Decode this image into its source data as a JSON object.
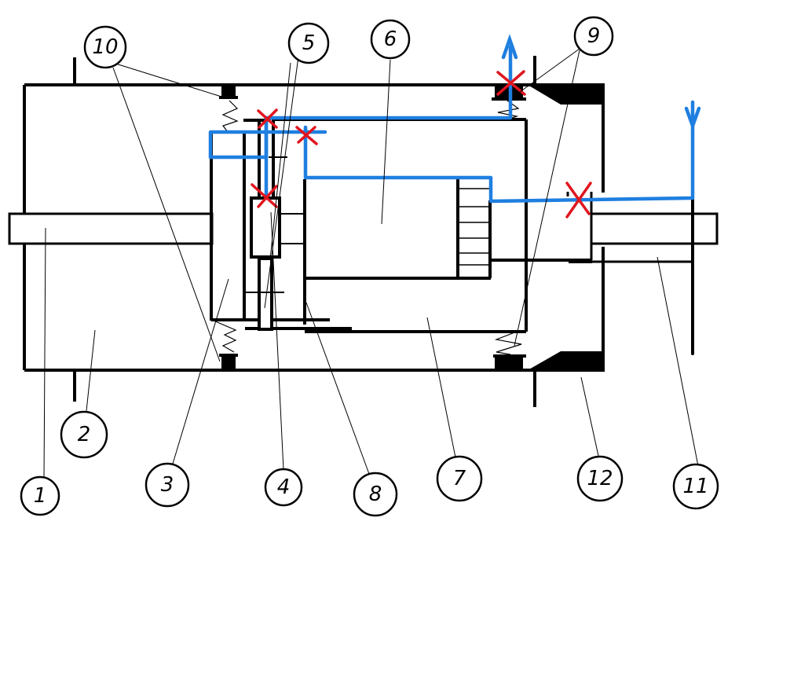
{
  "diagram": {
    "type": "mechanical cross-section with current path",
    "colors": {
      "structure": "#000000",
      "current_path": "#1f7fe0",
      "break_points": "#e0151e",
      "background": "#ffffff"
    },
    "labels": [
      {
        "id": "1",
        "text": "1",
        "refers_to": "left shaft"
      },
      {
        "id": "2",
        "text": "2",
        "refers_to": "left housing chamber"
      },
      {
        "id": "3",
        "text": "3",
        "refers_to": "left disc"
      },
      {
        "id": "4",
        "text": "4",
        "refers_to": "central pin"
      },
      {
        "id": "5",
        "text": "5",
        "refers_to": "contacts"
      },
      {
        "id": "6",
        "text": "6",
        "refers_to": "inner rotor"
      },
      {
        "id": "7",
        "text": "7",
        "refers_to": "right chamber"
      },
      {
        "id": "8",
        "text": "8",
        "refers_to": "rotor wall"
      },
      {
        "id": "9",
        "text": "9",
        "refers_to": "right bearings"
      },
      {
        "id": "10",
        "text": "10",
        "refers_to": "left bearings"
      },
      {
        "id": "11",
        "text": "11",
        "refers_to": "right shaft"
      },
      {
        "id": "12",
        "text": "12",
        "refers_to": "right end cap"
      }
    ],
    "break_markers": 5,
    "arrows": [
      {
        "name": "up-arrow",
        "direction": "up"
      },
      {
        "name": "down-arrow",
        "direction": "down"
      }
    ]
  }
}
